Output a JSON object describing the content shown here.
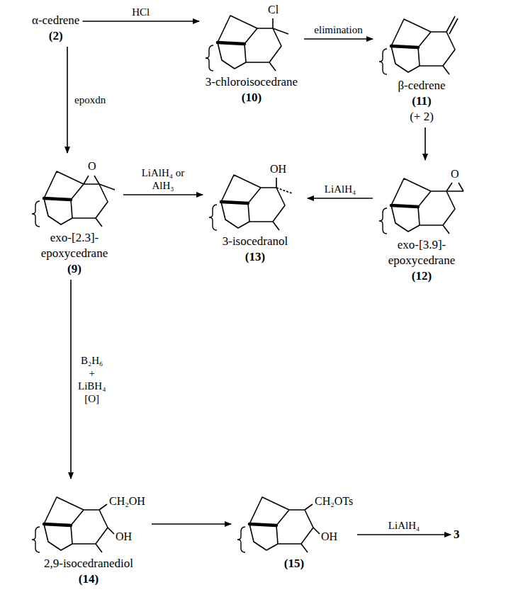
{
  "diagram": {
    "nodes": [
      {
        "text": [
          "α-cedrene",
          "(2)"
        ]
      },
      {
        "text": [
          "Cl",
          "3-chloroisocedrane",
          "(10)"
        ]
      },
      {
        "text": [
          "β-cedrene",
          "(11)",
          "(+ 2)"
        ]
      },
      {
        "text": [
          "O",
          "exo-[2.3]- epoxycedrane",
          "(9)"
        ]
      },
      {
        "text": [
          "OH",
          "3-isocedranol",
          "(13)"
        ]
      },
      {
        "text": [
          "O",
          "exo-[3.9]- epoxycedrane",
          "(12)"
        ]
      },
      {
        "text": [
          "CH₂OH",
          "OH",
          "2,9-isocedranediol",
          "(14)"
        ]
      },
      {
        "text": [
          "CH₂OTs",
          "OH",
          "(15)"
        ]
      },
      {
        "text": [
          "3"
        ]
      }
    ],
    "edges": [
      {
        "from": 0,
        "to": 1,
        "arrow": "to",
        "label": "HCl"
      },
      {
        "from": 1,
        "to": 2,
        "arrow": "to",
        "label": "elimination"
      },
      {
        "from": 2,
        "to": 5,
        "arrow": "to"
      },
      {
        "from": 0,
        "to": 3,
        "arrow": "to",
        "label": "epoxdn"
      },
      {
        "from": 3,
        "to": 4,
        "arrow": "to",
        "label": "LiAlH₄ or AlH₃"
      },
      {
        "from": 5,
        "to": 4,
        "arrow": "to",
        "label": "LiAlH₄"
      },
      {
        "from": 3,
        "to": 6,
        "arrow": "to",
        "label": "B₂H₆ + LiBH₄ [O]"
      },
      {
        "from": 6,
        "to": 7,
        "arrow": "to"
      },
      {
        "from": 7,
        "to": 8,
        "arrow": "to",
        "label": "LiAlH₄"
      }
    ]
  }
}
